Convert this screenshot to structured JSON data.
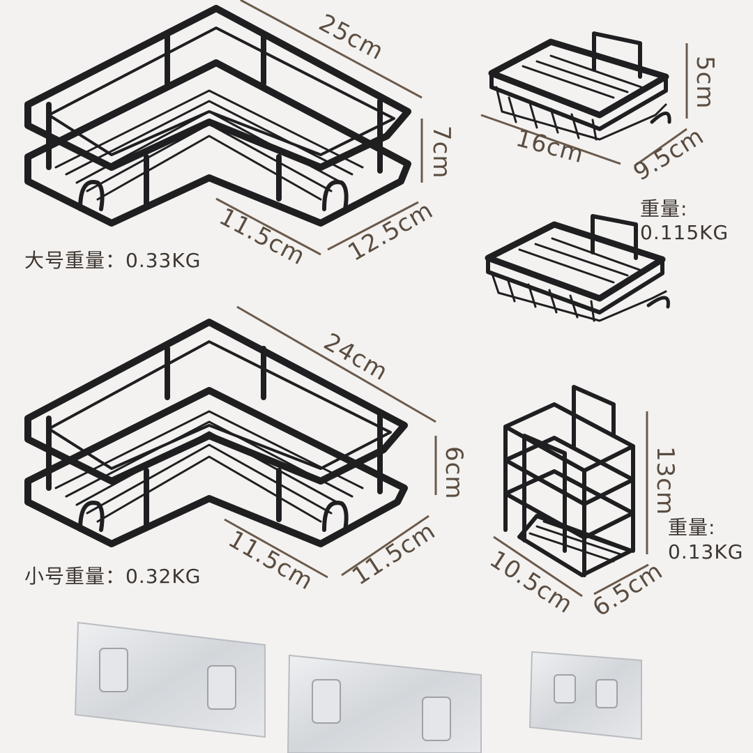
{
  "large_rack": {
    "width": "25cm",
    "height": "7cm",
    "side_a": "11.5cm",
    "side_b": "12.5cm",
    "weight_label": "大号重量：0.33KG"
  },
  "small_rack": {
    "width": "24cm",
    "height": "6cm",
    "side_a": "11.5cm",
    "side_b": "11.5cm",
    "weight_label": "小号重量：0.32KG"
  },
  "soap_dish": {
    "height": "5cm",
    "length": "16cm",
    "depth": "9.5cm",
    "weight_title": "重量:",
    "weight_value": "0.115KG"
  },
  "holder": {
    "height": "13cm",
    "length": "10.5cm",
    "depth": "6.5cm",
    "weight_title": "重量:",
    "weight_value": "0.13KG"
  },
  "colors": {
    "metal": "#1f1f21",
    "dimension_line": "#6b5a4c",
    "background": "#f3f2f0",
    "hook_pad": "#d7d9dc"
  }
}
